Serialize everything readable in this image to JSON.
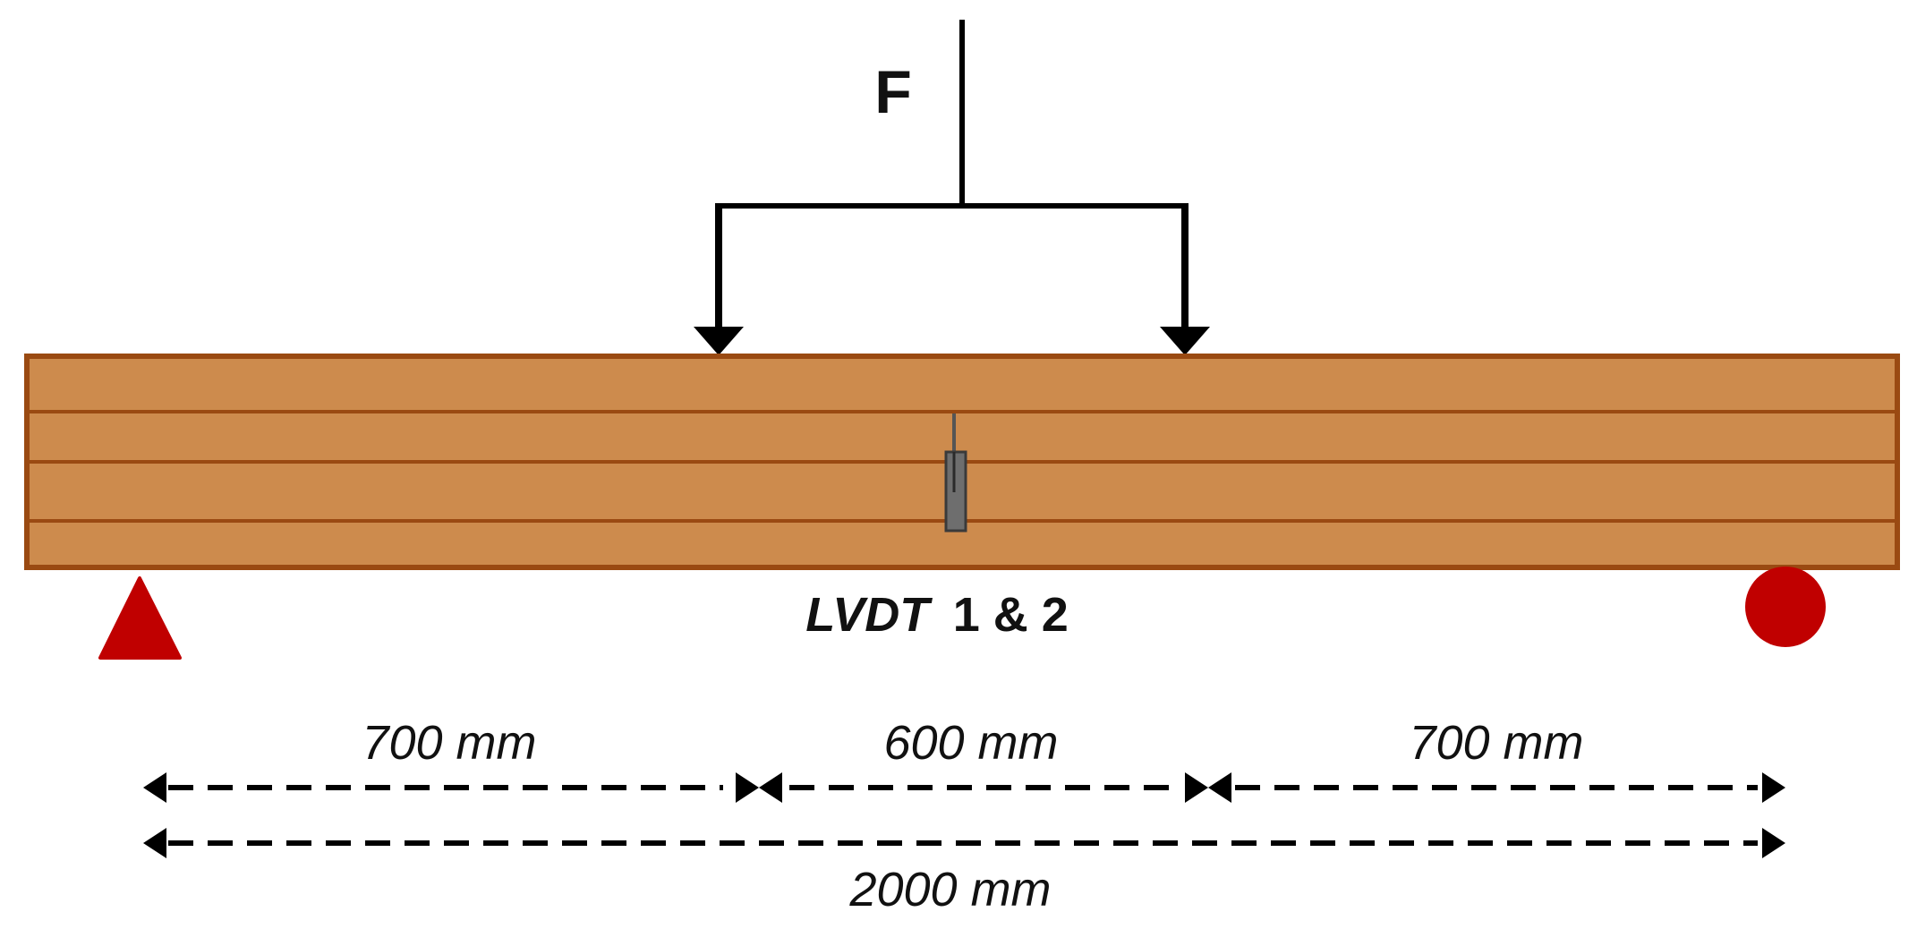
{
  "load": {
    "label": "F"
  },
  "sensor": {
    "name": "LVDT",
    "numbers": "1 & 2"
  },
  "dimensions": {
    "left_span": "700 mm",
    "middle_span": "600 mm",
    "right_span": "700 mm",
    "total_span": "2000 mm"
  },
  "colors": {
    "beam_fill": "#CD8B4D",
    "beam_stroke": "#9A4A12",
    "support": "#C00000",
    "ink": "#000000",
    "lvdt": "#6E6E6E"
  },
  "supports": {
    "left": "pin-triangle-icon",
    "right": "roller-circle-icon"
  }
}
